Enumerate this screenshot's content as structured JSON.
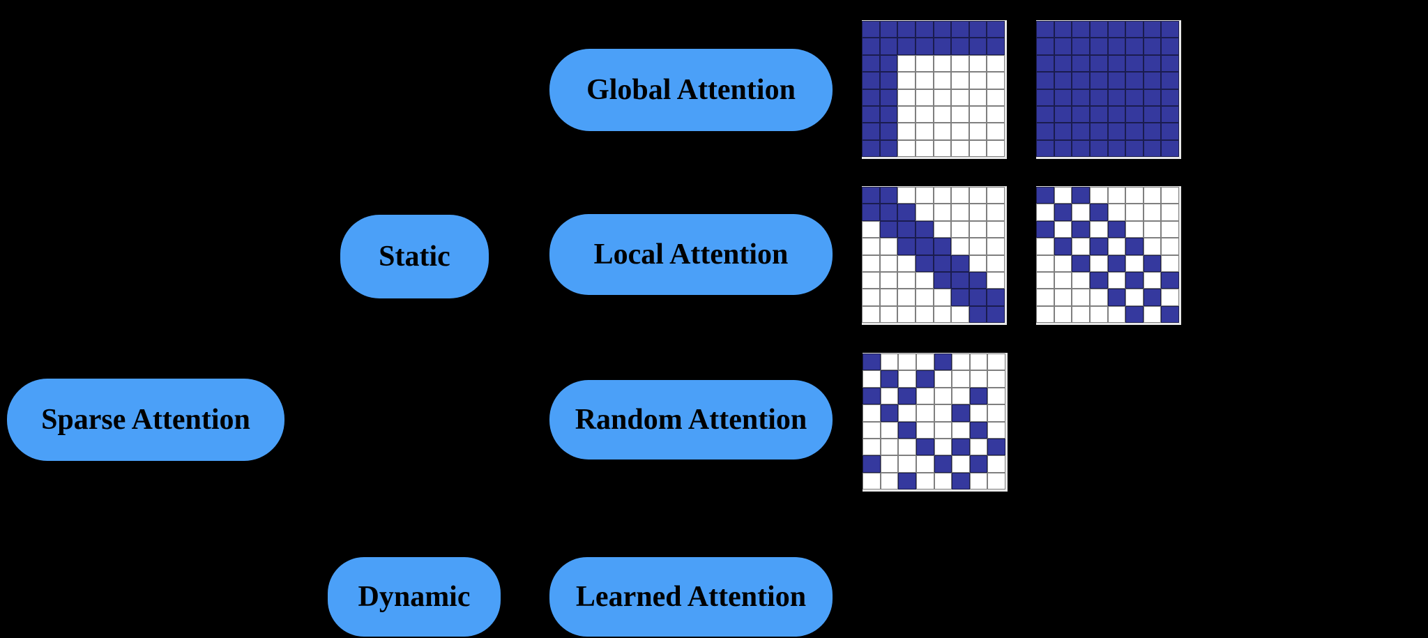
{
  "colors": {
    "background": "#000000",
    "node_fill": "#4BA0F8",
    "node_text": "#000000",
    "cell_on": "#35399E",
    "cell_off": "#FFFFFF",
    "grid_line": "rgba(0,0,0,0.5)",
    "grid_edge": "#E8E8E8"
  },
  "nodes": {
    "sparse": {
      "label": "Sparse Attention"
    },
    "static": {
      "label": "Static"
    },
    "dynamic": {
      "label": "Dynamic"
    },
    "global": {
      "label": "Global Attention"
    },
    "local": {
      "label": "Local Attention"
    },
    "random": {
      "label": "Random Attention"
    },
    "learned": {
      "label": "Learned Attention"
    }
  },
  "grids": {
    "global_tokens": {
      "name": "global-token-attention-matrix",
      "size": 8,
      "rows": [
        "11111111",
        "11111111",
        "11000000",
        "11000000",
        "11000000",
        "11000000",
        "11000000",
        "11000000"
      ]
    },
    "global_full": {
      "name": "full-attention-matrix",
      "size": 8,
      "rows": [
        "11111111",
        "11111111",
        "11111111",
        "11111111",
        "11111111",
        "11111111",
        "11111111",
        "11111111"
      ]
    },
    "local_band": {
      "name": "sliding-window-attention-matrix",
      "size": 8,
      "rows": [
        "11000000",
        "11100000",
        "01110000",
        "00111000",
        "00011100",
        "00001110",
        "00000111",
        "00000011"
      ]
    },
    "local_dilated": {
      "name": "dilated-window-attention-matrix",
      "size": 8,
      "rows": [
        "10100000",
        "01010000",
        "10101000",
        "01010100",
        "00101010",
        "00010101",
        "00001010",
        "00000101"
      ]
    },
    "random": {
      "name": "random-attention-matrix",
      "size": 8,
      "rows": [
        "10001000",
        "01010000",
        "10100010",
        "01000100",
        "00100010",
        "00010101",
        "10001010",
        "00100100"
      ]
    }
  }
}
